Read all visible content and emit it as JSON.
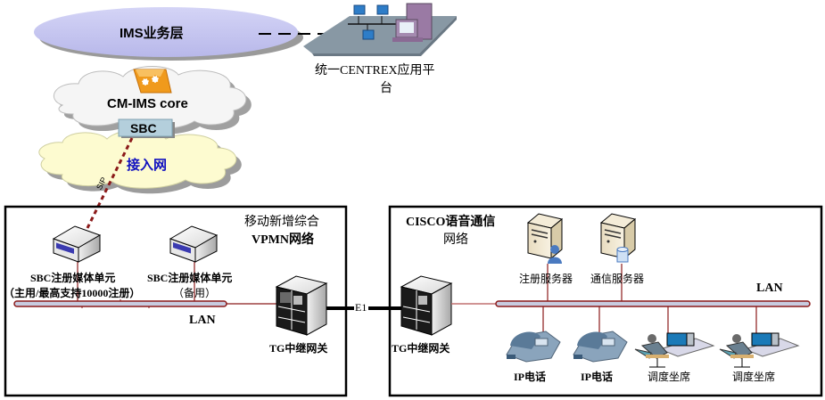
{
  "top": {
    "ims_service_layer": "IMS业务层",
    "centrex_platform_line1": "统一CENTREX应用平",
    "centrex_platform_line2": "台",
    "cm_ims_core": "CM-IMS core",
    "sbc": "SBC",
    "access_network": "接入网",
    "sip_link": "SIP"
  },
  "vpmn": {
    "title_line1": "移动新增综合",
    "title_line2": "VPMN网络",
    "sbc_primary_line1": "SBC注册媒体单元",
    "sbc_primary_line2": "（主用/最高支持10000注册）",
    "sbc_backup_line1": "SBC注册媒体单元",
    "sbc_backup_line2": "（备用）",
    "lan": "LAN",
    "tg_gateway": "TG中继网关"
  },
  "link": {
    "e1": "E1"
  },
  "cisco": {
    "title_line1": "CISCO语音通信",
    "title_line2": "网络",
    "tg_gateway": "TG中继网关",
    "registration_server": "注册服务器",
    "communication_server": "通信服务器",
    "lan": "LAN",
    "ip_phone_1": "IP电话",
    "ip_phone_2": "IP电话",
    "dispatch_console_1": "调度坐席",
    "dispatch_console_2": "调度坐席"
  },
  "colors": {
    "ims_ellipse": "#c8c8f0",
    "cloud_core": "#f4f4f4",
    "cloud_access": "#fdfbd0",
    "sbc_box": "#b4cfdc",
    "lan_bar": "#c8cce0",
    "lan_border": "#8b1a1a",
    "sip_line": "#8b1a1a",
    "access_text": "#1010c0"
  }
}
